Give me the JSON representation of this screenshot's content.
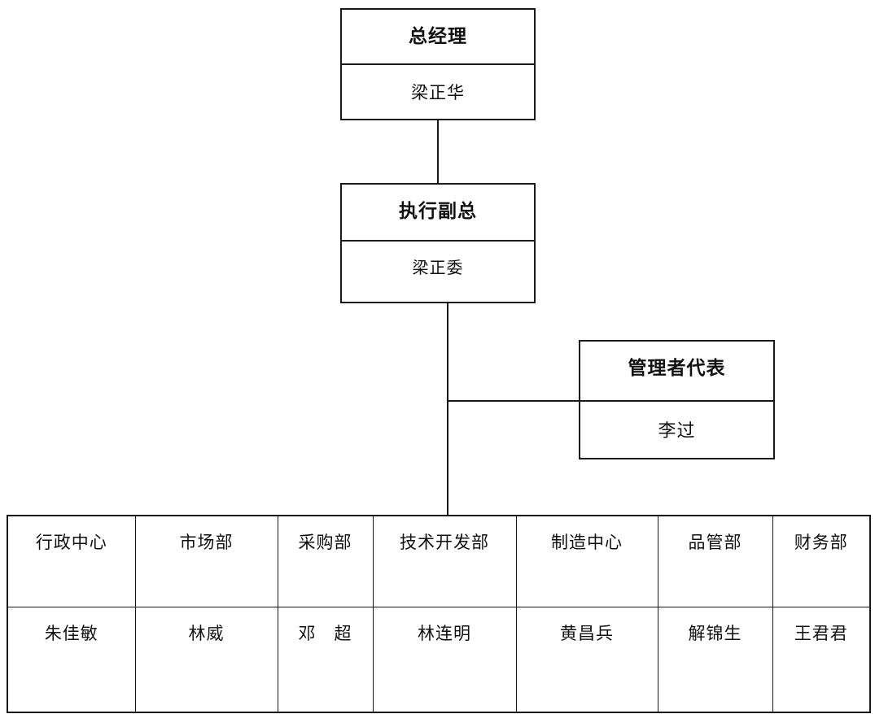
{
  "nodes": {
    "general_manager": {
      "title": "总经理",
      "name": "梁正华"
    },
    "exec_vp": {
      "title": "执行副总",
      "name": "梁正委"
    },
    "mgmt_rep": {
      "title": "管理者代表",
      "name": "李过"
    }
  },
  "departments": [
    {
      "dept": "行政中心",
      "head": "朱佳敏"
    },
    {
      "dept": "市场部",
      "head": "林威"
    },
    {
      "dept": "采购部",
      "head": "邓　超"
    },
    {
      "dept": "技术开发部",
      "head": "林连明"
    },
    {
      "dept": "制造中心",
      "head": "黄昌兵"
    },
    {
      "dept": "品管部",
      "head": "解锦生"
    },
    {
      "dept": "财务部",
      "head": "王君君"
    }
  ],
  "colors": {
    "line": "#1a1a1a",
    "background": "#ffffff"
  }
}
